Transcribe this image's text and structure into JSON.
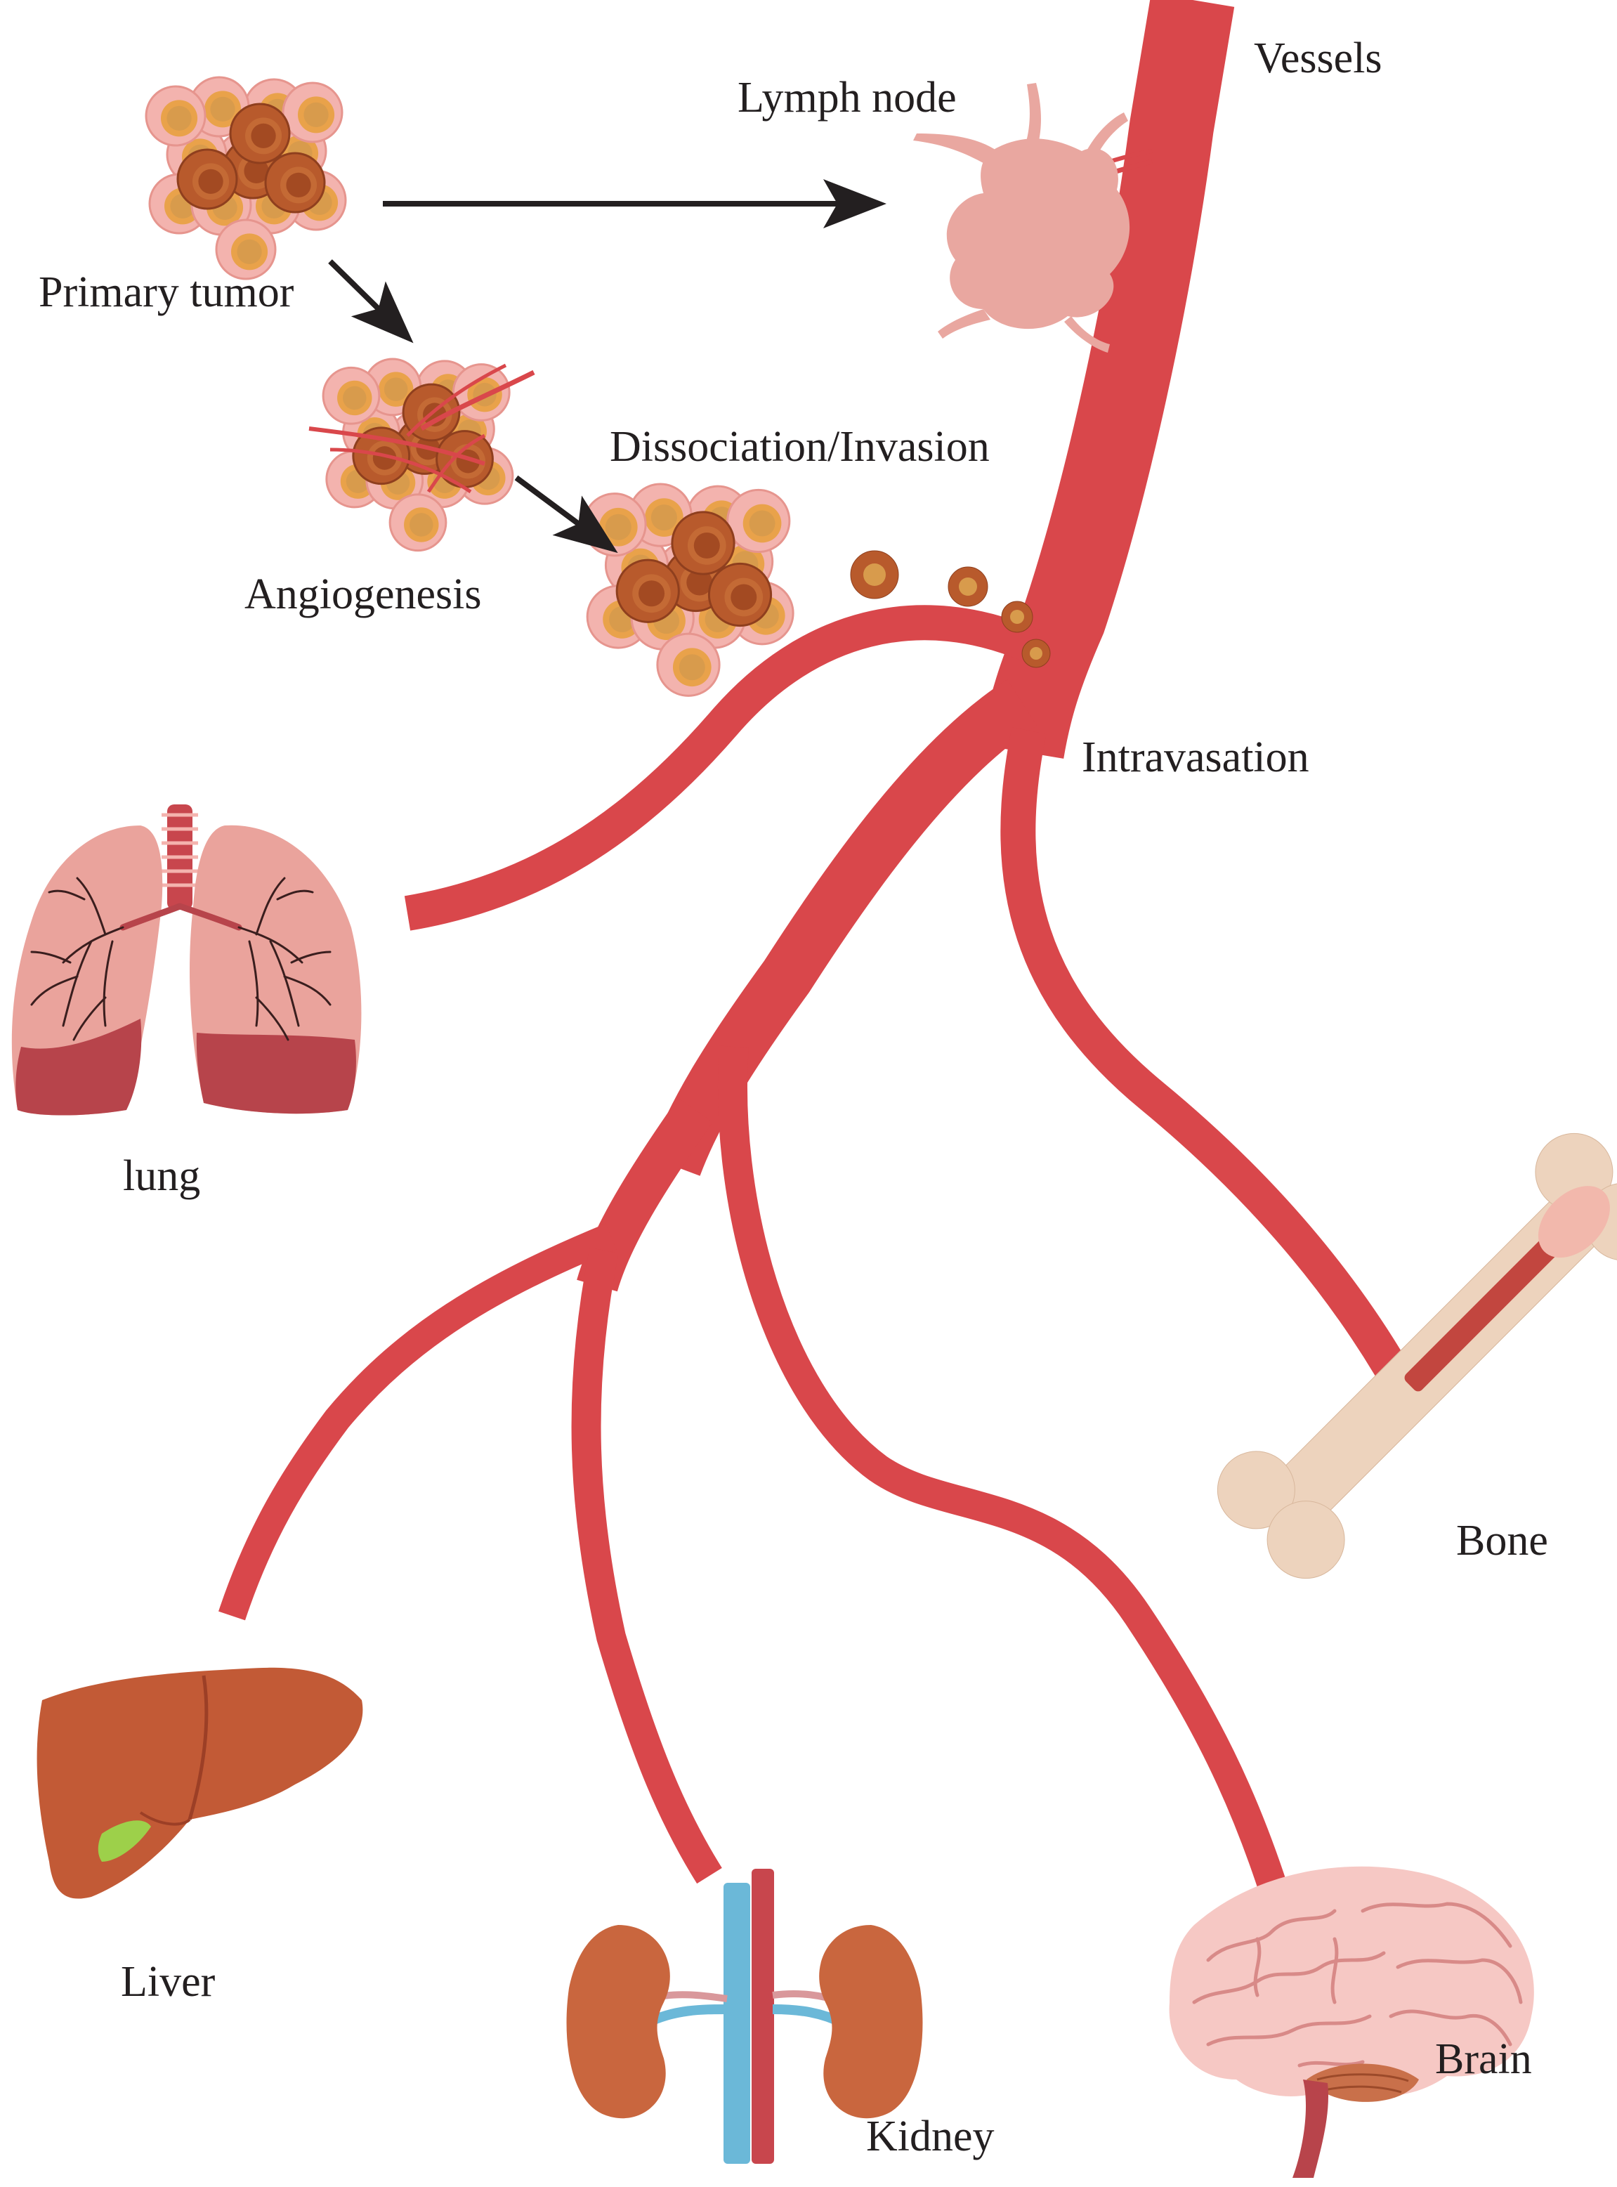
{
  "labels": {
    "vessels": "Vessels",
    "lymph_node": "Lymph node",
    "primary_tumor": "Primary tumor",
    "angiogenesis": "Angiogenesis",
    "dissociation_invasion": "Dissociation/Invasion",
    "intravasation": "Intravasation",
    "lung": "lung",
    "bone": "Bone",
    "liver": "Liver",
    "kidney": "Kidney",
    "brain": "Brain"
  },
  "colors": {
    "vessel": "#d9474b",
    "lymph": "#e9a7a0",
    "cell_outer": "#f3b3ae",
    "cell_ring": "#e9a24a",
    "cell_nucleus": "#d89b4c",
    "tumor_core": "#b85a2c",
    "lung": "#eaa39c",
    "lung_dark": "#b7444b",
    "bronchi": "#3a1e1e",
    "liver": "#c25a36",
    "gall": "#9dd04a",
    "kidney": "#c9663e",
    "vein": "#6bb8d8",
    "artery": "#c8464d",
    "brain": "#f6c8c4",
    "brain_line": "#d88a88",
    "bone": "#edd3bd",
    "marrow": "#c2463f",
    "arrow": "#231f20",
    "text": "#231f20"
  }
}
